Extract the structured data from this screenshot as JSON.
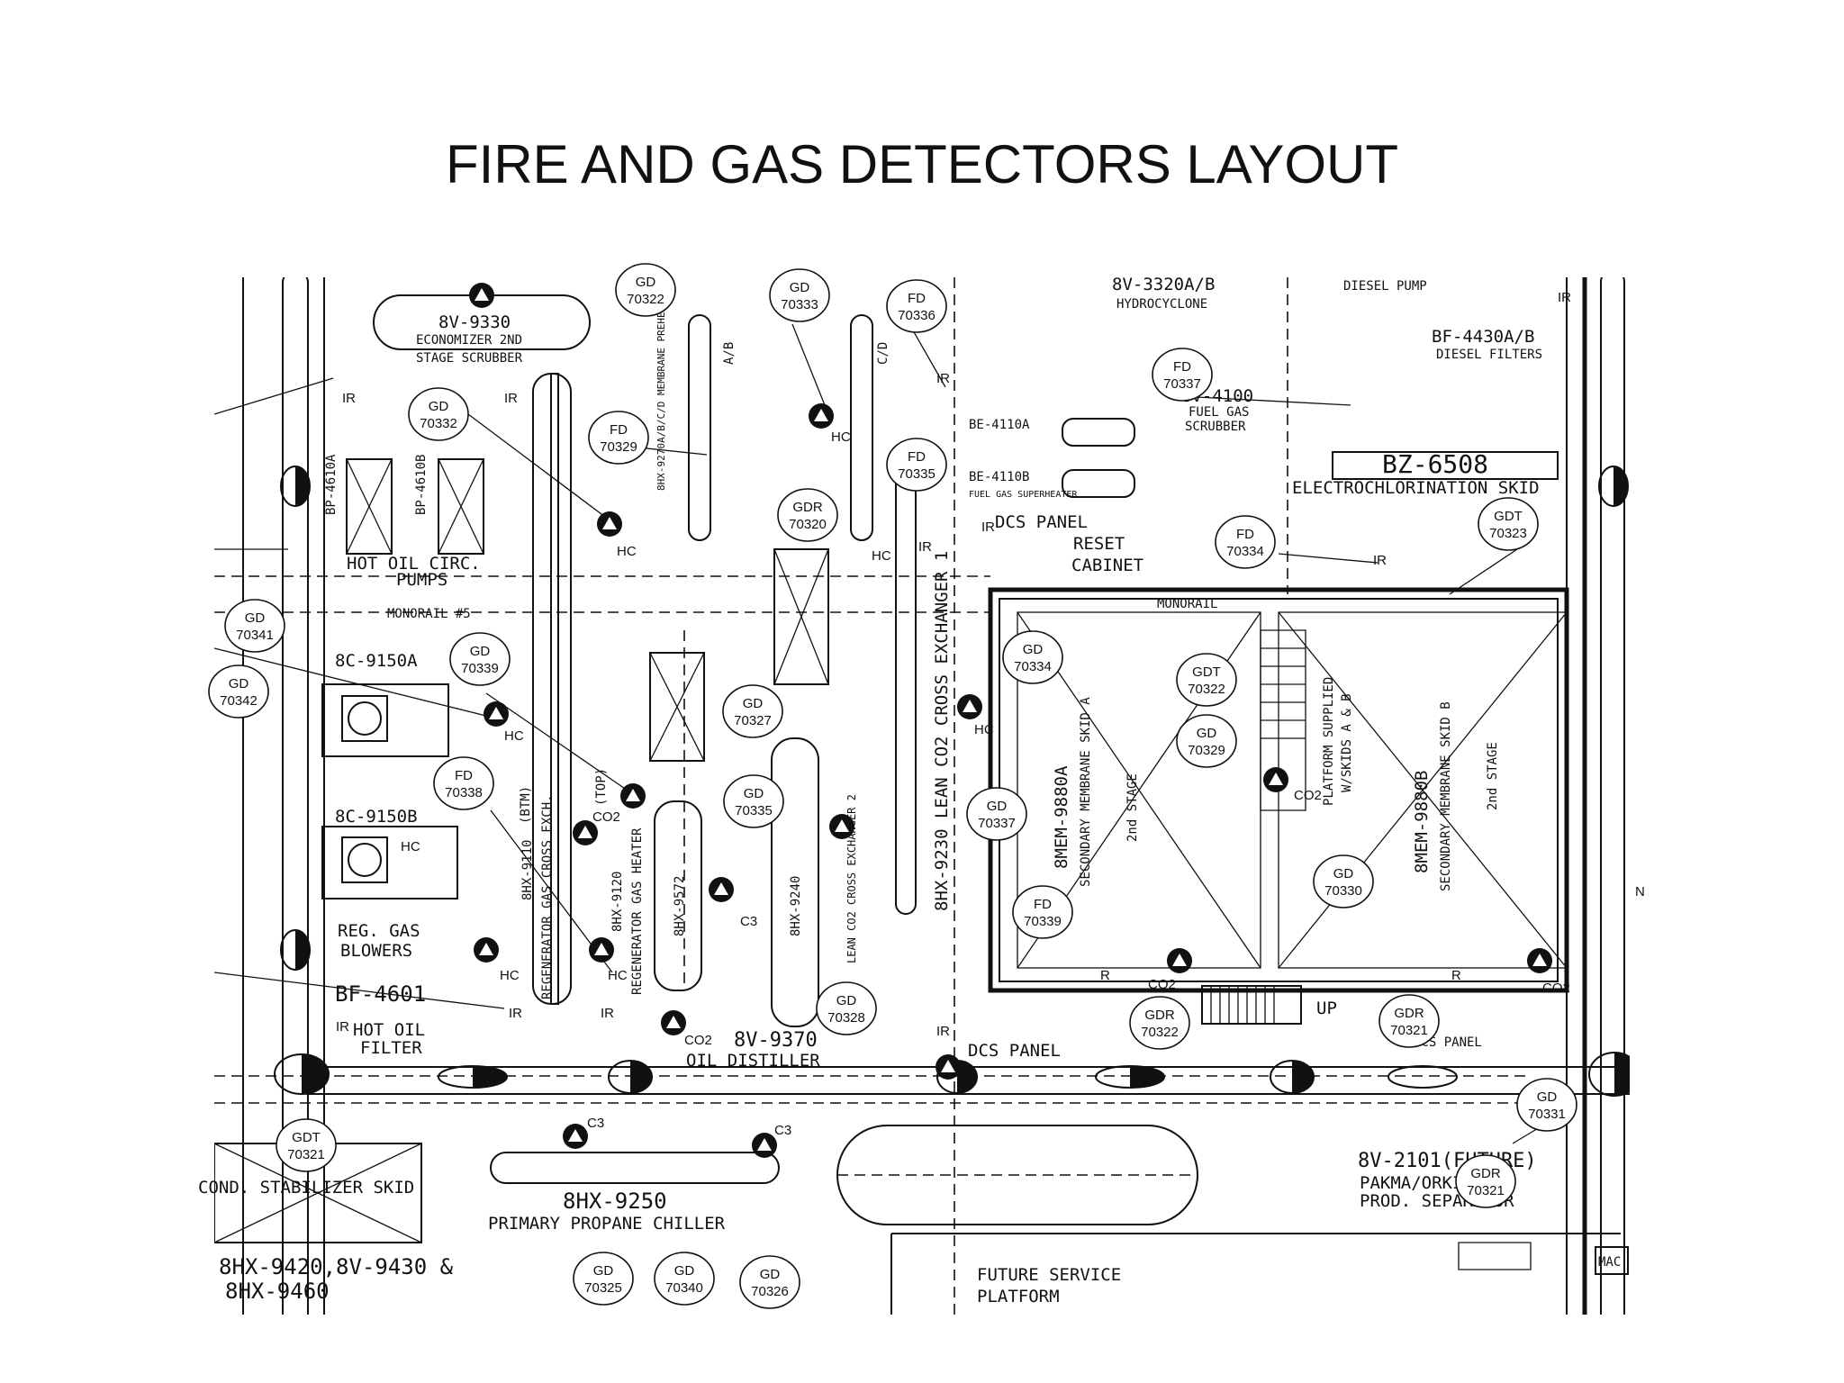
{
  "title": "FIRE AND GAS DETECTORS LAYOUT",
  "equipment_labels": {
    "v9330": "8V-9330",
    "economizer": "ECONOMIZER 2ND",
    "stage_scrubber": "STAGE SCRUBBER",
    "bp4610a": "BP-4610A",
    "bp4610b": "BP-4610B",
    "hot_oil_pumps_1": "HOT OIL CIRC.",
    "hot_oil_pumps_2": "PUMPS",
    "monorail5": "MONORAIL #5",
    "c9150a": "8C-9150A",
    "c9150b": "8C-9150B",
    "reg_gas_1": "REG. GAS",
    "reg_gas_2": "BLOWERS",
    "bf4601": "BF-4601",
    "hot_oil_filter_1": "HOT OIL",
    "hot_oil_filter_2": "FILTER",
    "bv3320": "8V-3320A/B",
    "hydrocyclone": "HYDROCYCLONE",
    "diesel_pump": "DIESEL PUMP",
    "bf4430": "BF-4430A/B",
    "diesel_filters": "DIESEL FILTERS",
    "bv4100": "8V-4100",
    "fuel_gas_1": "FUEL GAS",
    "fuel_gas_2": "SCRUBBER",
    "be4110a": "BE-4110A",
    "be4110b": "BE-4110B",
    "fuel_gas_sh": "FUEL GAS SUPERHEATER",
    "dcs_panel_top": "DCS PANEL",
    "reset": "RESET",
    "cabinet": "CABINET",
    "bz6508": "BZ-6508",
    "electrochlor": "ELECTROCHLORINATION SKID",
    "monorail": "MONORAIL",
    "platform_supplied_1": "PLATFORM SUPPLIED",
    "platform_supplied_2": "W/SKIDS A & B",
    "mem9880a": "8MEM-9880A",
    "mem9880a_desc": "SECONDARY MEMBRANE SKID A",
    "mem9880a_stage": "2nd STAGE",
    "mem9880b": "8MEM-9880B",
    "mem9880b_desc": "SECONDARY MEMBRANE SKID B",
    "mem9880b_stage": "2nd STAGE",
    "hx9230": "8HX-9230 LEAN CO2 CROSS EXCHANGER 1",
    "hx9110": "8HX-9110",
    "reg_gas_cross": "REGENERATOR GAS CROSS EXCH.",
    "hx9120": "8HX-9120",
    "regen_gas_heater": "REGENERATOR GAS HEATER",
    "hx9572": "8HX-9572",
    "hx9240": "8HX-9240",
    "lean_co2_2": "LEAN CO2 CROSS EXCHANGER 2",
    "hx9270": "8HX-9270A/B/C/D MEMBRANE PREHEATER",
    "ab": "A/B",
    "cd": "C/D",
    "btm": "(BTM)",
    "top": "(TOP)",
    "v9370": "8V-9370",
    "oil_distiller": "OIL DISTILLER",
    "dcs_panel_bottom": "DCS PANEL",
    "dcs_panel_right": "DCS PANEL",
    "up": "UP",
    "bv2101": "8V-2101(FUTURE)",
    "pakma": "PAKMA/ORKID",
    "prod_sep": "PROD. SEPARATOR",
    "cond_stab": "COND. STABILIZER SKID",
    "hx9250": "8HX-9250",
    "primary_propane": "PRIMARY PROPANE CHILLER",
    "hx9420": "8HX-9420,8V-9430 &",
    "hx9460": "8HX-9460",
    "future_service_1": "FUTURE SERVICE",
    "future_service_2": "PLATFORM",
    "mac": "MAC",
    "ir": "IR",
    "hc": "HC",
    "c3": "C3",
    "co2": "CO2",
    "n": "N",
    "r": "R"
  },
  "detectors": [
    {
      "type": "GD",
      "id": "70322"
    },
    {
      "type": "GD",
      "id": "70333"
    },
    {
      "type": "FD",
      "id": "70336"
    },
    {
      "type": "GD",
      "id": "70332"
    },
    {
      "type": "FD",
      "id": "70329"
    },
    {
      "type": "FD",
      "id": "70337"
    },
    {
      "type": "FD",
      "id": "70335"
    },
    {
      "type": "GDR",
      "id": "70320"
    },
    {
      "type": "FD",
      "id": "70334"
    },
    {
      "type": "GDT",
      "id": "70323"
    },
    {
      "type": "GD",
      "id": "70341"
    },
    {
      "type": "GD",
      "id": "70339"
    },
    {
      "type": "GD",
      "id": "70342"
    },
    {
      "type": "GD",
      "id": "70327"
    },
    {
      "type": "GD",
      "id": "70334"
    },
    {
      "type": "GDT",
      "id": "70322"
    },
    {
      "type": "FD",
      "id": "70338"
    },
    {
      "type": "GD",
      "id": "70335"
    },
    {
      "type": "GD",
      "id": "70337"
    },
    {
      "type": "GD",
      "id": "70329"
    },
    {
      "type": "FD",
      "id": "70339"
    },
    {
      "type": "GD",
      "id": "70330"
    },
    {
      "type": "GD",
      "id": "70328"
    },
    {
      "type": "GDR",
      "id": "70322"
    },
    {
      "type": "GDR",
      "id": "70321"
    },
    {
      "type": "GD",
      "id": "70331"
    },
    {
      "type": "GDT",
      "id": "70321"
    },
    {
      "type": "GD",
      "id": "70325"
    },
    {
      "type": "GD",
      "id": "70340"
    },
    {
      "type": "GD",
      "id": "70326"
    },
    {
      "type": "GDR",
      "id": "70321"
    }
  ]
}
